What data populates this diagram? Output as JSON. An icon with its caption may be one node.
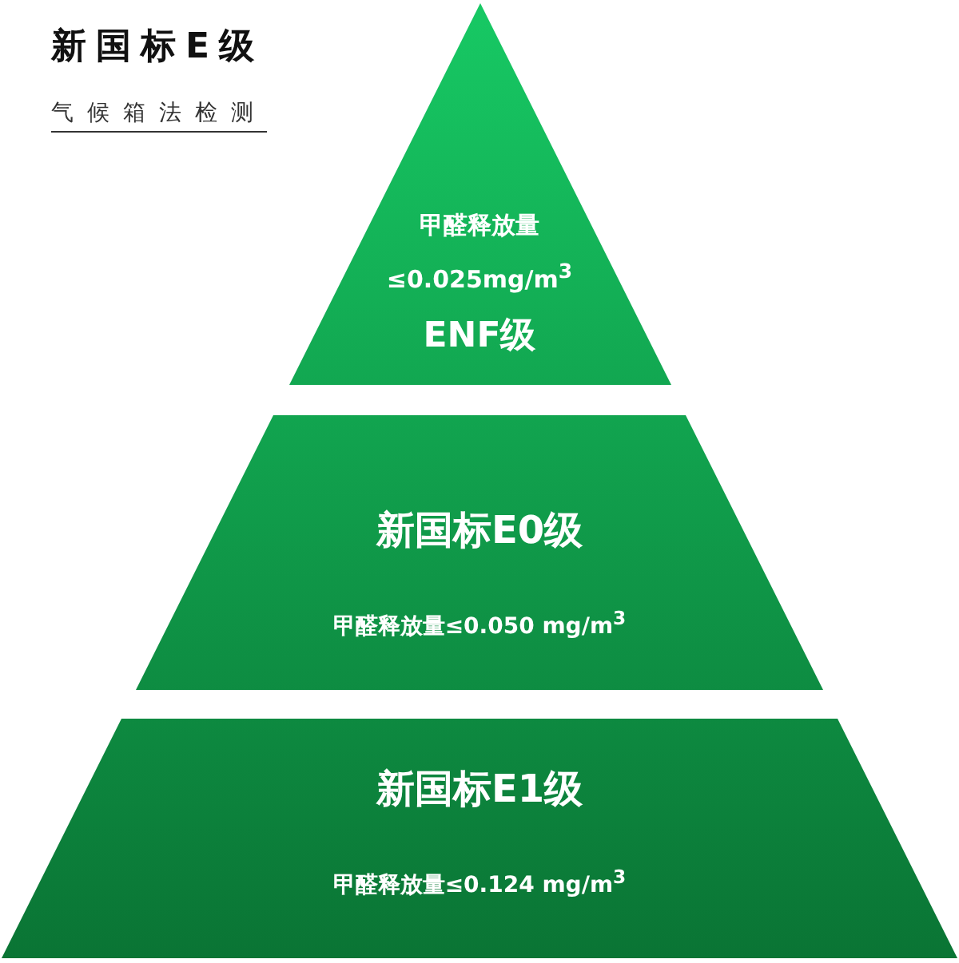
{
  "diagram": {
    "title": "新国标E级",
    "nodes": [
      {
        "text": [
          "甲醛释放量",
          "≤0.025mg/m$^{3}$",
          "ENF级"
        ]
      },
      {
        "text": [
          "新国标E0级",
          "甲醛释放量≤0.050 mg/m$^{3}$"
        ]
      },
      {
        "text": [
          "新国标E1级",
          "甲醛释放量≤0.124 mg/m$^{3}$"
        ]
      }
    ],
    "labels": [
      "气候箱法检测"
    ]
  }
}
